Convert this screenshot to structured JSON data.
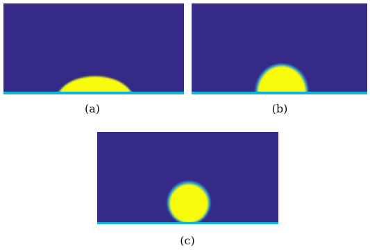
{
  "captions": {
    "a": "(a)",
    "b": "(b)",
    "c": "(c)"
  },
  "colors": {
    "background_phase": "#352a87",
    "droplet_phase": "#f9fb0e",
    "substrate_line": "#0fb4d8"
  },
  "icons": {
    "panel_a": "droplet-spreading-wide",
    "panel_b": "droplet-partial-wetting",
    "panel_c": "droplet-nearly-spherical"
  }
}
